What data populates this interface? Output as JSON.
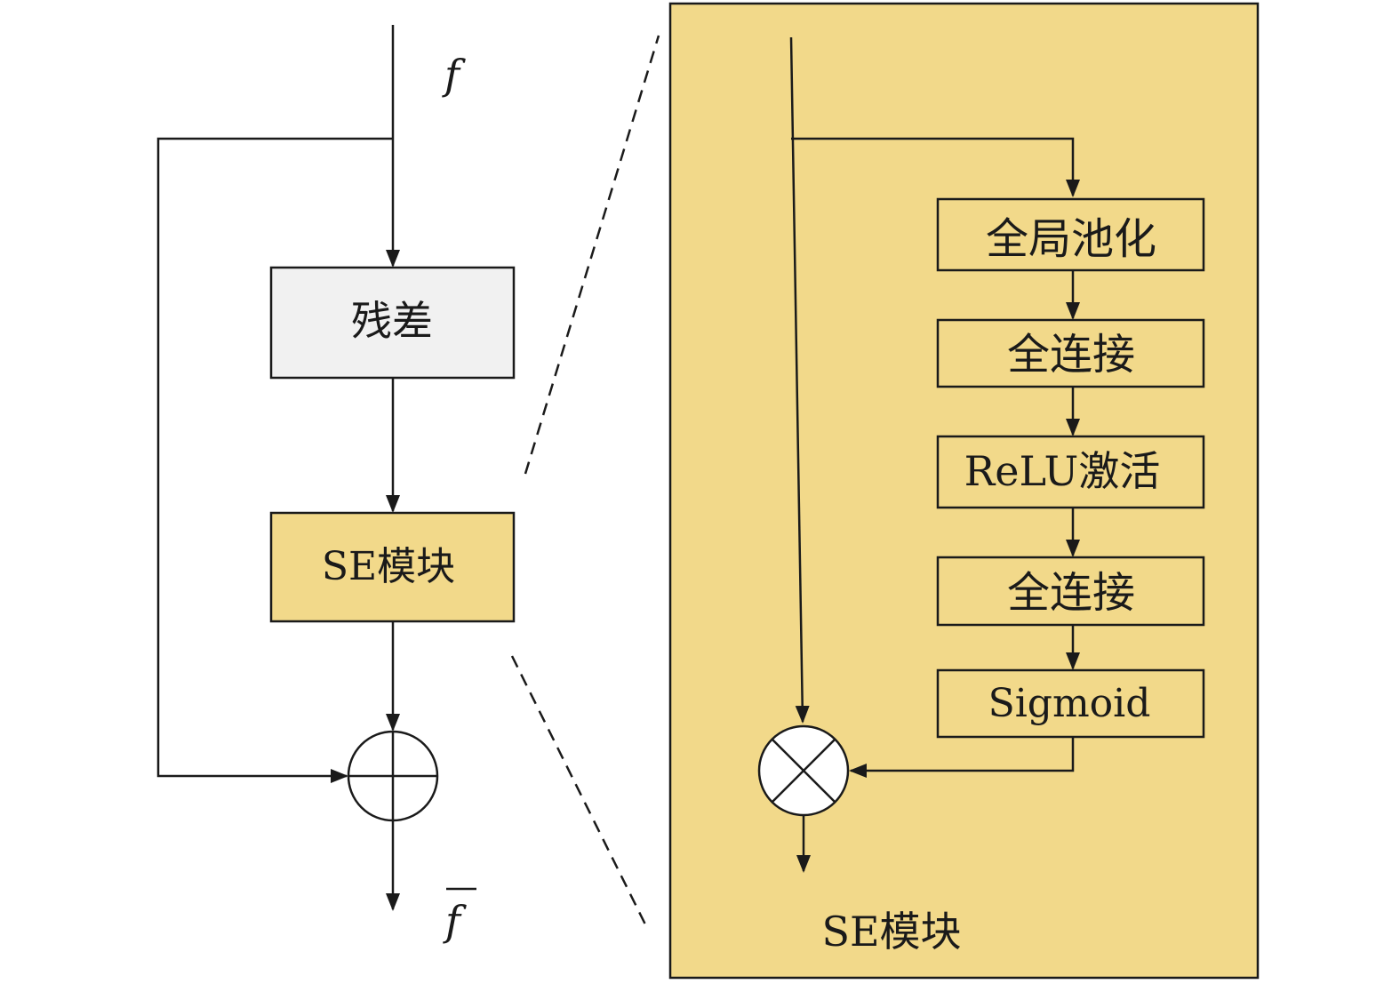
{
  "left": {
    "input_symbol": "f",
    "output_symbol": "f",
    "residual_label": "残差",
    "se_label": "SE模块"
  },
  "panel": {
    "title": "SE模块",
    "steps": [
      "全局池化",
      "全连接",
      "ReLU激活",
      "全连接",
      "Sigmoid"
    ]
  },
  "colors": {
    "panel_fill": "#f2d98a",
    "se_block_fill": "#f2d98a",
    "residual_fill": "#f1f1f1",
    "line": "#1a1a1a"
  }
}
